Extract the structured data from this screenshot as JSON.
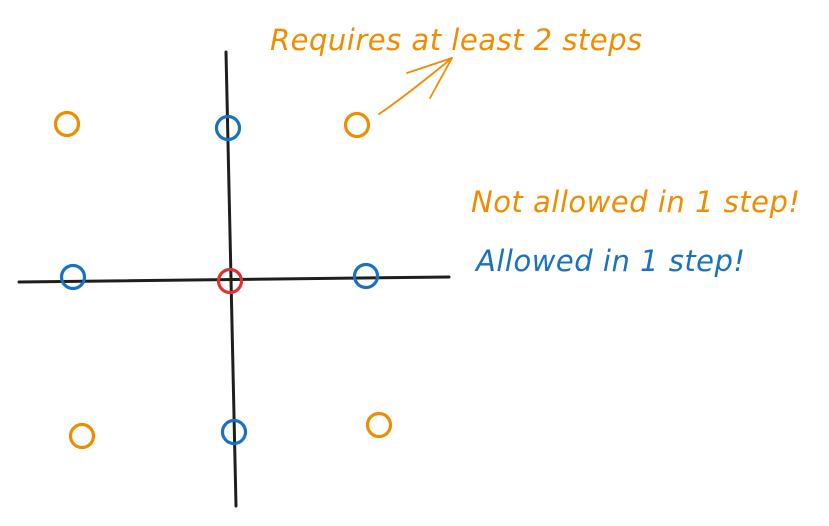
{
  "labels": {
    "requires": "Requires at least 2 steps",
    "not_allowed": "Not allowed in 1 step!",
    "allowed": "Allowed in 1 step!"
  },
  "colors": {
    "axis": "#1e1e1e",
    "origin": "#e03131",
    "allowed": "#1971c2",
    "not_allowed": "#f08c00"
  }
}
